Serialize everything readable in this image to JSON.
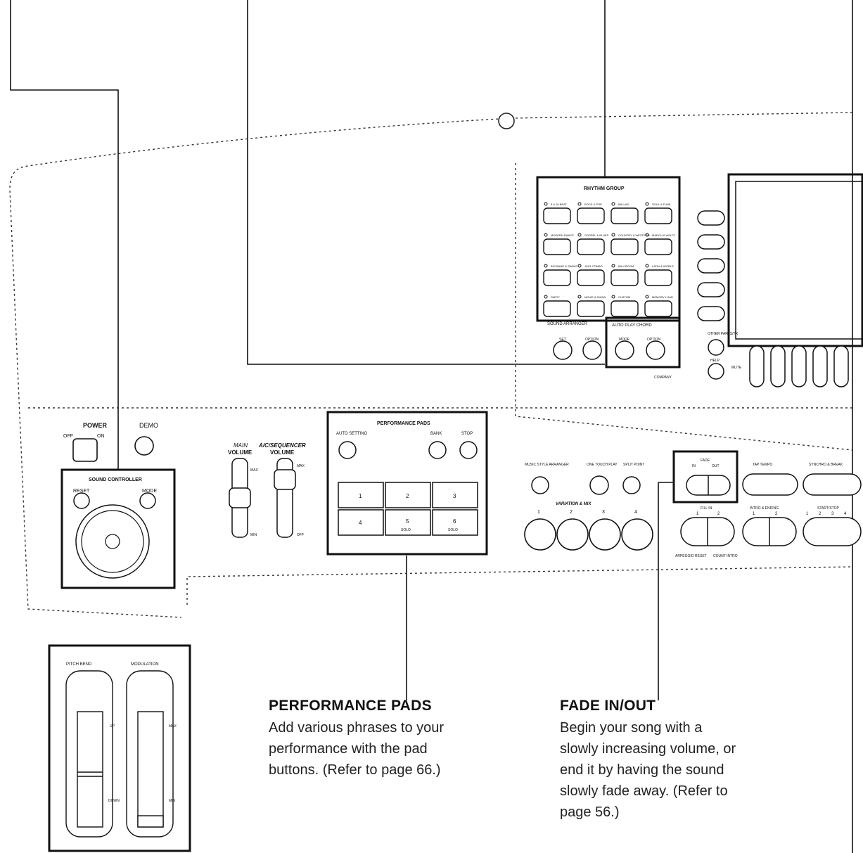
{
  "panel": {
    "power": {
      "title": "POWER",
      "off": "OFF",
      "on": "ON"
    },
    "demo_label": "DEMO",
    "sound_controller": {
      "title": "SOUND CONTROLLER",
      "reset": "RESET",
      "mode": "MODE"
    },
    "main_volume": {
      "title_line1": "MAIN",
      "title_line2": "VOLUME",
      "max": "MAX",
      "min": "MIN"
    },
    "seq_volume": {
      "title_line1": "A/C/SEQUENCER",
      "title_line2": "VOLUME",
      "max": "MAX",
      "off": "OFF"
    },
    "performance_pads": {
      "title": "PERFORMANCE PADS",
      "auto_setting": "AUTO SETTING",
      "bank": "BANK",
      "stop": "STOP",
      "pads": [
        "1",
        "2",
        "3",
        "4",
        "5",
        "6"
      ],
      "solo": "SOLO"
    },
    "rhythm_group": {
      "title": "RHYTHM GROUP",
      "buttons": [
        "8 & 16 BEAT",
        "ROCK & POP",
        "BALLAD",
        "SOUL & FUNK",
        "MODERN DANCE",
        "GOSPEL & BLUES",
        "COUNTRY & WESTERN",
        "MARCH & WALTZ",
        "BIG BAND & SWING",
        "JAZZ COMBO",
        "BALLROOM",
        "LATIN & WORLD",
        "PARTY",
        "MOVIE & SHOW",
        "CUSTOM",
        "MEMORY LOAD"
      ]
    },
    "sound_arranger": {
      "title": "SOUND ARRANGER",
      "set": "SET",
      "option": "OPTION"
    },
    "auto_play_chord": {
      "title": "AUTO PLAY CHORD",
      "mode": "MODE",
      "option": "OPTION"
    },
    "other_parts_label": "OTHER PARTS/TR",
    "help_label": "HELP",
    "mute_label": "MUTE",
    "company_label": "COMPANY",
    "music_style_arranger": "MUSIC STYLE ARRANGER",
    "one_touch_play": "ONE TOUCH PLAY",
    "split_point": "SPLIT POINT",
    "variation_mix": {
      "title": "VARIATION & MIX",
      "labels": [
        "1",
        "2",
        "3",
        "4"
      ]
    },
    "fade": {
      "title": "FADE",
      "in": "IN",
      "out": "OUT"
    },
    "fill_in": {
      "title": "FILL IN",
      "labels": [
        "1",
        "2"
      ]
    },
    "tap_tempo": "TAP TEMPO",
    "synchro_break": "SYNCHRO & BREAK",
    "intro_ending": {
      "title": "INTRO & ENDING",
      "labels": [
        "1",
        "2"
      ]
    },
    "start_stop": {
      "title": "START/STOP",
      "labels": [
        "1",
        "2",
        "3",
        "4"
      ]
    },
    "arpeggio_reset": "ARPEGGIO RESET",
    "count_intro": "COUNT INTRO",
    "pitch_bend": {
      "title": "PITCH BEND",
      "up": "UP",
      "down": "DOWN"
    },
    "modulation": {
      "title": "MODULATION",
      "max": "MAX",
      "min": "MIN"
    }
  },
  "callouts": {
    "performance_pads": {
      "heading": "PERFORMANCE PADS",
      "lines": [
        "Add various phrases to your",
        "performance with the pad",
        "buttons. (Refer to page 66.)"
      ]
    },
    "fade_in_out": {
      "heading": "FADE IN/OUT",
      "lines": [
        "Begin your song with a",
        "slowly increasing volume, or",
        "end it by having the sound",
        "slowly fade away. (Refer to",
        "page 56.)"
      ]
    }
  }
}
